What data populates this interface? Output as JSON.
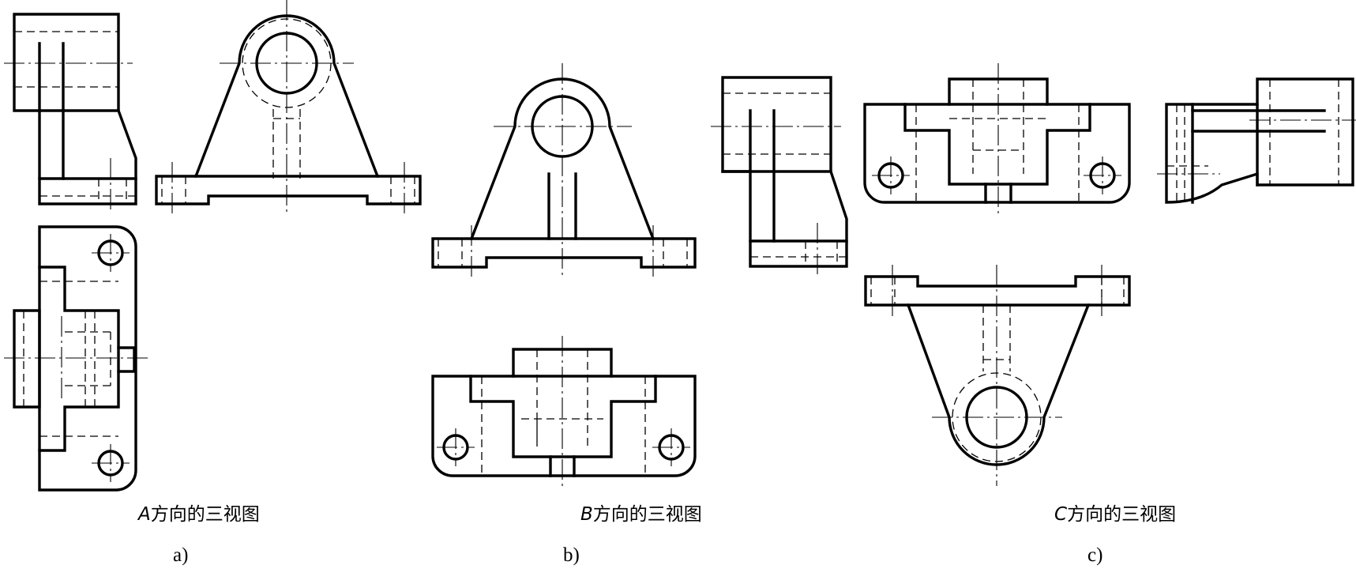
{
  "figure": {
    "panels": [
      {
        "id": "a",
        "title_letter": "A",
        "title_text": "方向的三视图",
        "sublabel": "a)"
      },
      {
        "id": "b",
        "title_letter": "B",
        "title_text": "方向的三视图",
        "sublabel": "b)"
      },
      {
        "id": "c",
        "title_letter": "C",
        "title_text": "方向的三视图",
        "sublabel": "c)"
      }
    ]
  }
}
